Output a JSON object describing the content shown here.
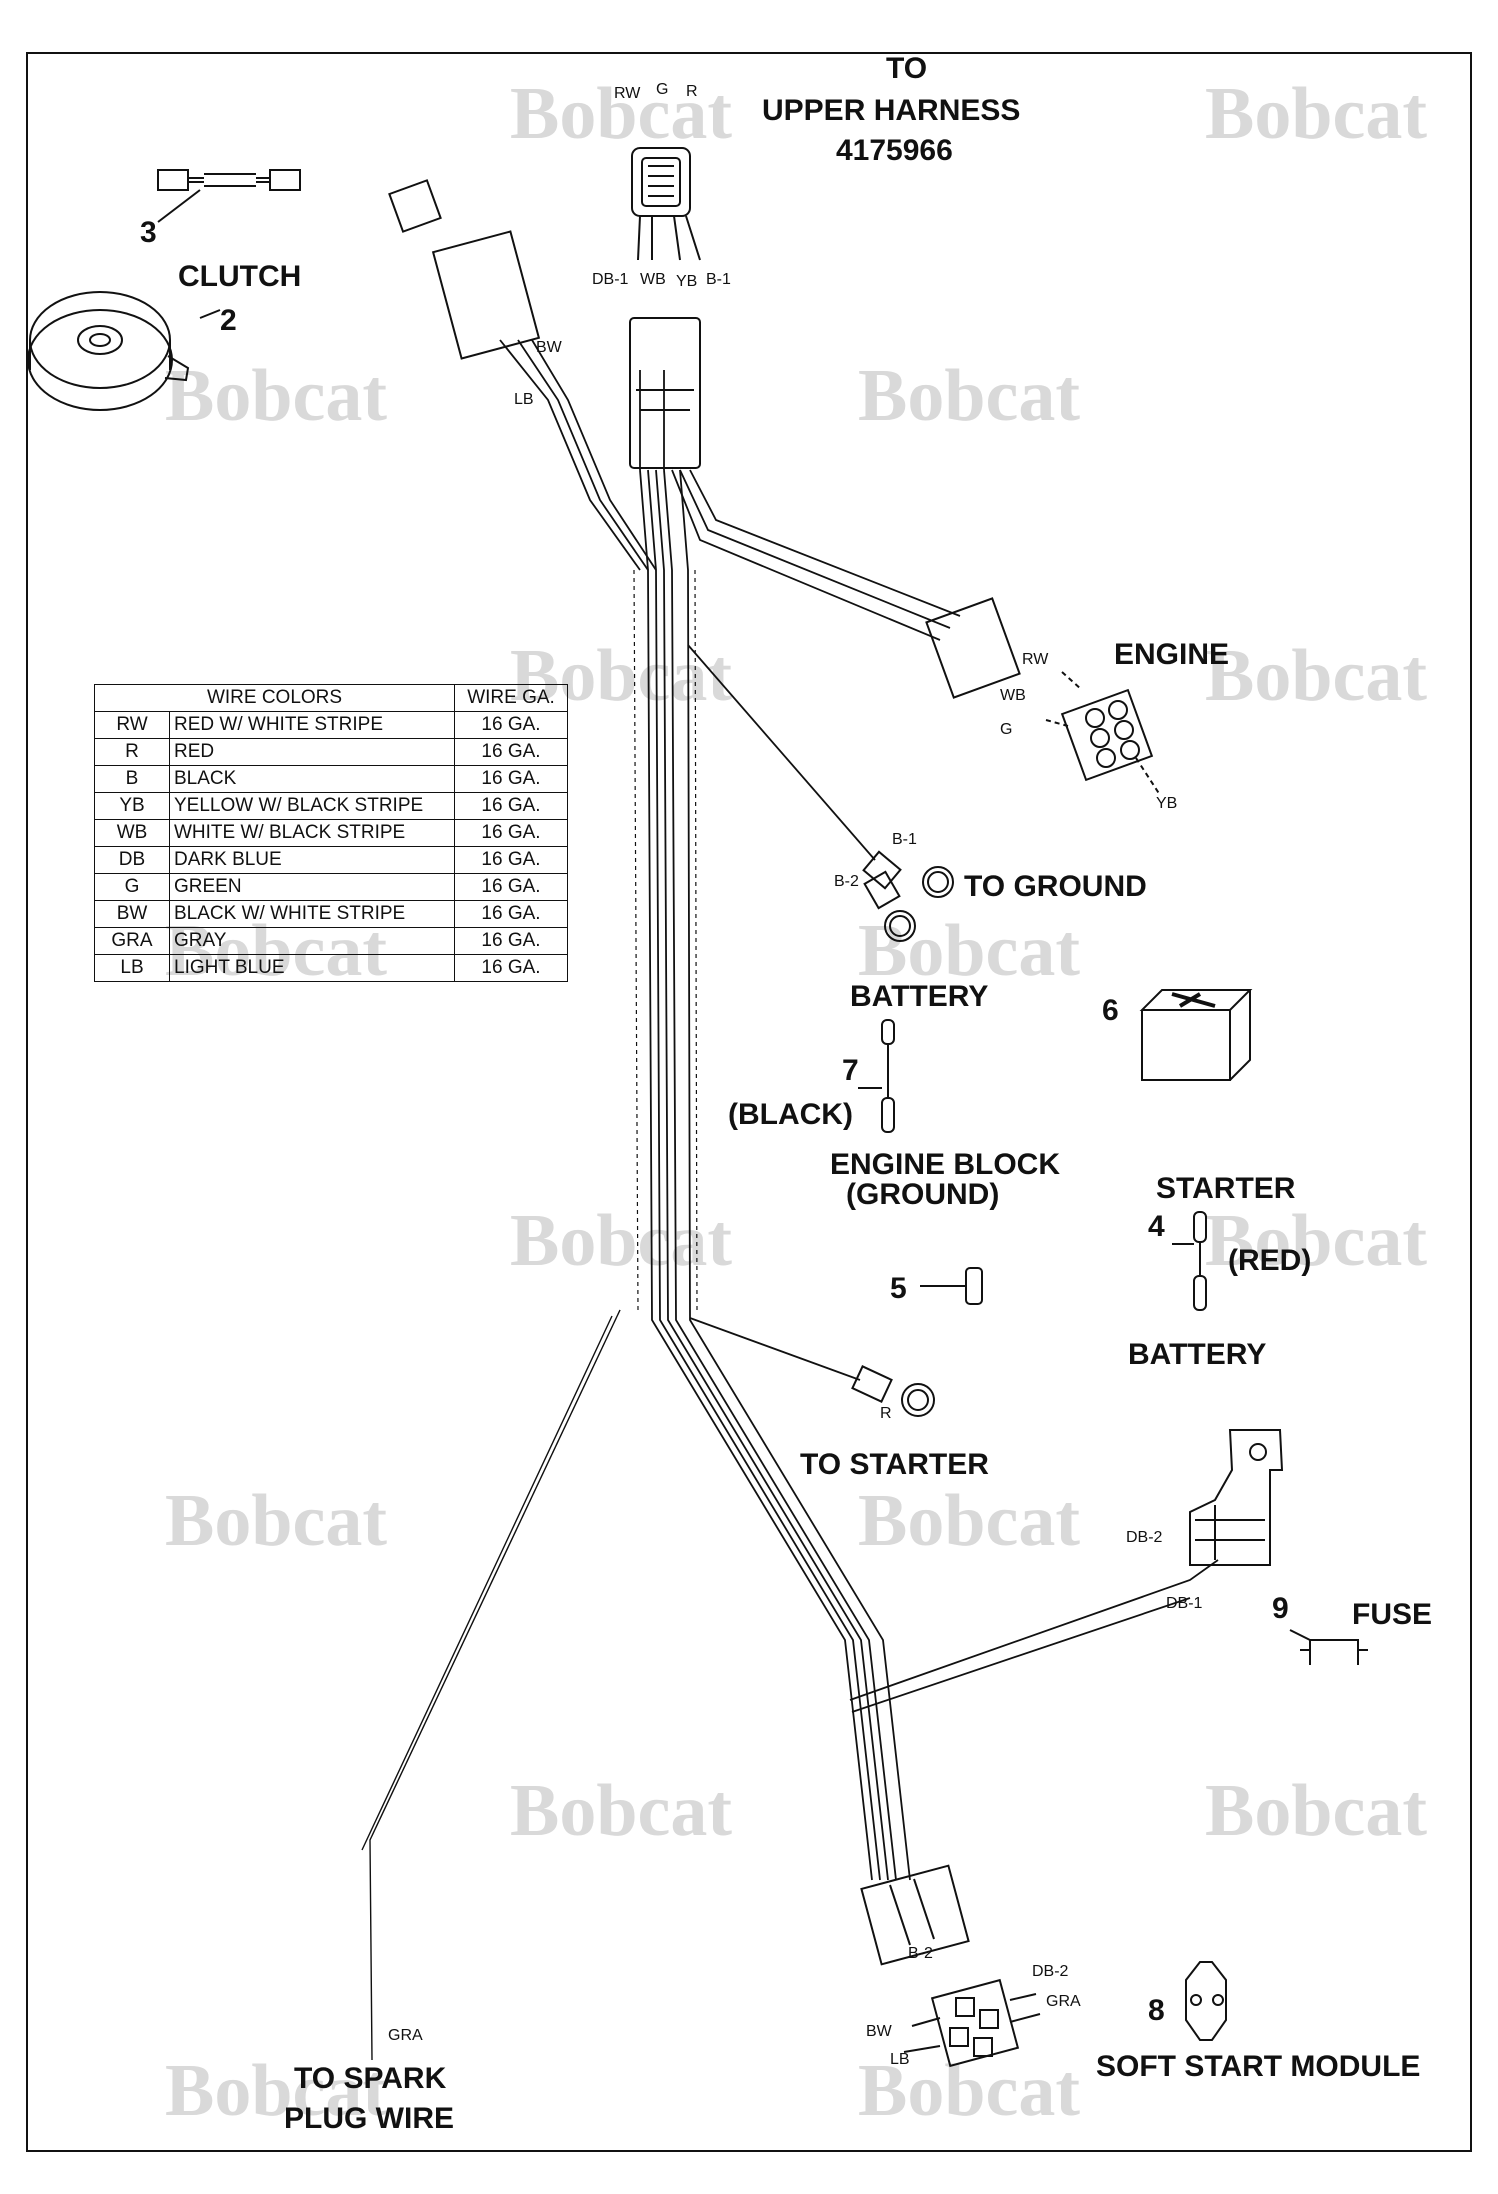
{
  "labels": {
    "to_upper_harness": [
      "TO",
      "UPPER HARNESS",
      "4175966"
    ],
    "clutch": "CLUTCH",
    "engine": "ENGINE",
    "to_ground": "TO GROUND",
    "battery_top": "BATTERY",
    "black": "(BLACK)",
    "engine_block": "ENGINE BLOCK",
    "ground_paren": "(GROUND)",
    "starter": "STARTER",
    "red": "(RED)",
    "battery_bottom": "BATTERY",
    "to_starter": "TO STARTER",
    "fuse": "FUSE",
    "to_spark_plug": [
      "TO SPARK",
      "PLUG WIRE"
    ],
    "soft_start_module": "SOFT START MODULE"
  },
  "item_numbers": {
    "clutch": "2",
    "clutch_jumper": "3",
    "starter_cable": "4",
    "part5": "5",
    "battery": "6",
    "battery_cable": "7",
    "soft_start_module": "8",
    "fuse": "9"
  },
  "wire_tags": {
    "upper_top": [
      "RW",
      "G",
      "R"
    ],
    "upper_bottom": [
      "DB-1",
      "WB",
      "YB",
      "B-1"
    ],
    "clutch_bw": "BW",
    "clutch_lb": "LB",
    "engine_rw": "RW",
    "engine_wb": "WB",
    "engine_g": "G",
    "engine_yb": "YB",
    "ground_b1": "B-1",
    "ground_b2": "B-2",
    "starter_r": "R",
    "fuse_db2": "DB-2",
    "fuse_db1": "DB-1",
    "spark_gra": "GRA",
    "ssm_b2": "B-2",
    "ssm_db2": "DB-2",
    "ssm_gra": "GRA",
    "ssm_bw": "BW",
    "ssm_lb": "LB"
  },
  "wire_table": {
    "headers": [
      "WIRE COLORS",
      "WIRE GA."
    ],
    "rows": [
      {
        "code": "RW",
        "color": "RED W/ WHITE STRIPE",
        "gauge": "16 GA."
      },
      {
        "code": "R",
        "color": "RED",
        "gauge": "16 GA."
      },
      {
        "code": "B",
        "color": "BLACK",
        "gauge": "16 GA."
      },
      {
        "code": "YB",
        "color": "YELLOW W/ BLACK STRIPE",
        "gauge": "16 GA."
      },
      {
        "code": "WB",
        "color": "WHITE W/ BLACK STRIPE",
        "gauge": "16 GA."
      },
      {
        "code": "DB",
        "color": "DARK BLUE",
        "gauge": "16 GA."
      },
      {
        "code": "G",
        "color": "GREEN",
        "gauge": "16 GA."
      },
      {
        "code": "BW",
        "color": "BLACK W/ WHITE STRIPE",
        "gauge": "16 GA."
      },
      {
        "code": "GRA",
        "color": "GRAY",
        "gauge": "16 GA."
      },
      {
        "code": "LB",
        "color": "LIGHT BLUE",
        "gauge": "16 GA."
      }
    ]
  },
  "watermark": "Bobcat"
}
